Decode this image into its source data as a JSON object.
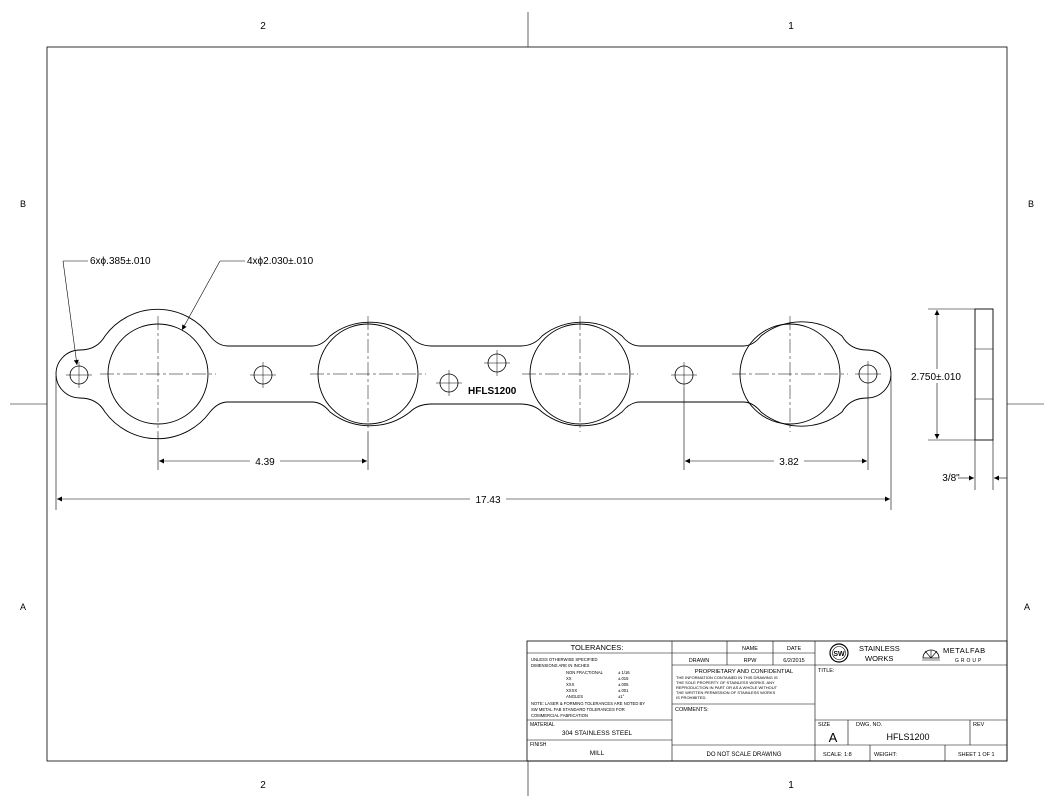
{
  "zones": {
    "top": [
      "2",
      "1"
    ],
    "bottom": [
      "2",
      "1"
    ],
    "left": [
      "B",
      "A"
    ],
    "right": [
      "B",
      "A"
    ]
  },
  "callouts": {
    "small_holes": "6xϕ.385±.010",
    "large_holes": "4xϕ2.030±.010",
    "part_mark": "HFLS1200"
  },
  "dimensions": {
    "port_spacing_left": "4.39",
    "port_spacing_right": "3.82",
    "overall_length": "17.43",
    "height": "2.750±.010",
    "thickness": "3/8\""
  },
  "title_block": {
    "tolerances_header": "TOLERANCES:",
    "tolerance_notes": [
      "UNLESS OTHERWISE SPECIFIED",
      "DIMENSIONS ARE IN INCHES",
      "NON FRACTIONAL",
      "XX",
      "XXX",
      "XXXX",
      "ANGLES",
      "NOTE: LASER & FORMING TOLERANCES ARE NOTED BY",
      "SW METAL FAB STANDARD TOLERANCES FOR",
      "COMMERCIAL FABRICATION"
    ],
    "tolerance_values": [
      "± 1/16",
      "±.015",
      "±.005",
      "±.001",
      "±1°"
    ],
    "material_label": "MATERIAL",
    "material_value": "304 STAINLESS STEEL",
    "finish_label": "FINISH",
    "finish_value": "MILL",
    "name_header": "NAME",
    "date_header": "DATE",
    "drawn_label": "DRAWN",
    "drawn_name": "RPW",
    "drawn_date": "6/2/2015",
    "proprietary_header": "PROPRIETARY AND CONFIDENTIAL",
    "proprietary_text": [
      "THE INFORMATION CONTAINED IN THIS DRAWING IS",
      "THE SOLE PROPERTY OF STAINLESS WORKS. ANY",
      "REPRODUCTION IN PART OR AS A WHOLE WITHOUT",
      "THE WRITTEN PERMISSION OF STAINLESS WORKS",
      "IS PROHIBITED."
    ],
    "comments_label": "COMMENTS:",
    "do_not_scale": "DO NOT SCALE DRAWING",
    "logo1_badge": "SW",
    "logo1_line1": "STAINLESS",
    "logo1_line2": "WORKS",
    "logo2_line1": "METALFAB",
    "logo2_line2": "GROUP",
    "title_label": "TITLE:",
    "size_label": "SIZE",
    "size_value": "A",
    "dwg_label": "DWG. NO.",
    "dwg_value": "HFLS1200",
    "rev_label": "REV",
    "scale_text": "SCALE: 1:8",
    "weight_label": "WEIGHT:",
    "sheet_text": "SHEET 1 OF 1"
  }
}
